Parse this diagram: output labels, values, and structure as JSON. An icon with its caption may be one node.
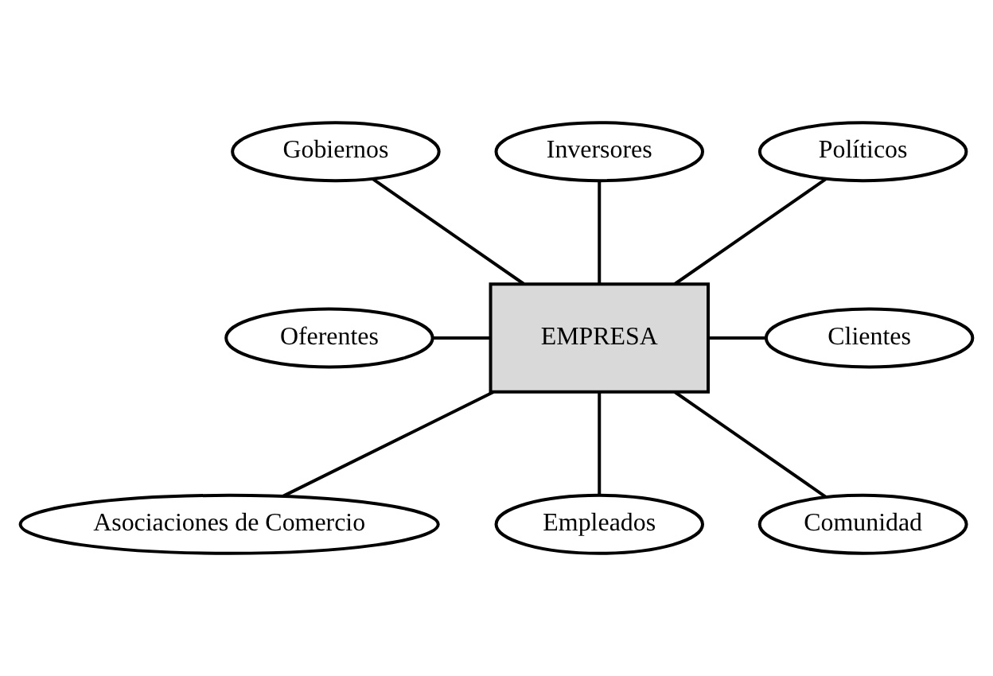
{
  "diagram": {
    "nodes": [
      {
        "text": [
          "Gobiernos"
        ]
      },
      {
        "text": [
          "Inversores"
        ]
      },
      {
        "text": [
          "Políticos"
        ]
      },
      {
        "text": [
          "Oferentes"
        ]
      },
      {
        "text": [
          "EMPRESA"
        ]
      },
      {
        "text": [
          "Clientes"
        ]
      },
      {
        "text": [
          "Asociaciones de Comercio"
        ]
      },
      {
        "text": [
          "Empleados"
        ]
      },
      {
        "text": [
          "Comunidad"
        ]
      }
    ],
    "edges": [
      {
        "from": 0,
        "to": 4,
        "arrow": "none"
      },
      {
        "from": 1,
        "to": 4,
        "arrow": "none"
      },
      {
        "from": 2,
        "to": 4,
        "arrow": "none"
      },
      {
        "from": 3,
        "to": 4,
        "arrow": "none"
      },
      {
        "from": 4,
        "to": 5,
        "arrow": "none"
      },
      {
        "from": 4,
        "to": 6,
        "arrow": "none"
      },
      {
        "from": 4,
        "to": 7,
        "arrow": "none"
      },
      {
        "from": 4,
        "to": 8,
        "arrow": "none"
      }
    ]
  }
}
